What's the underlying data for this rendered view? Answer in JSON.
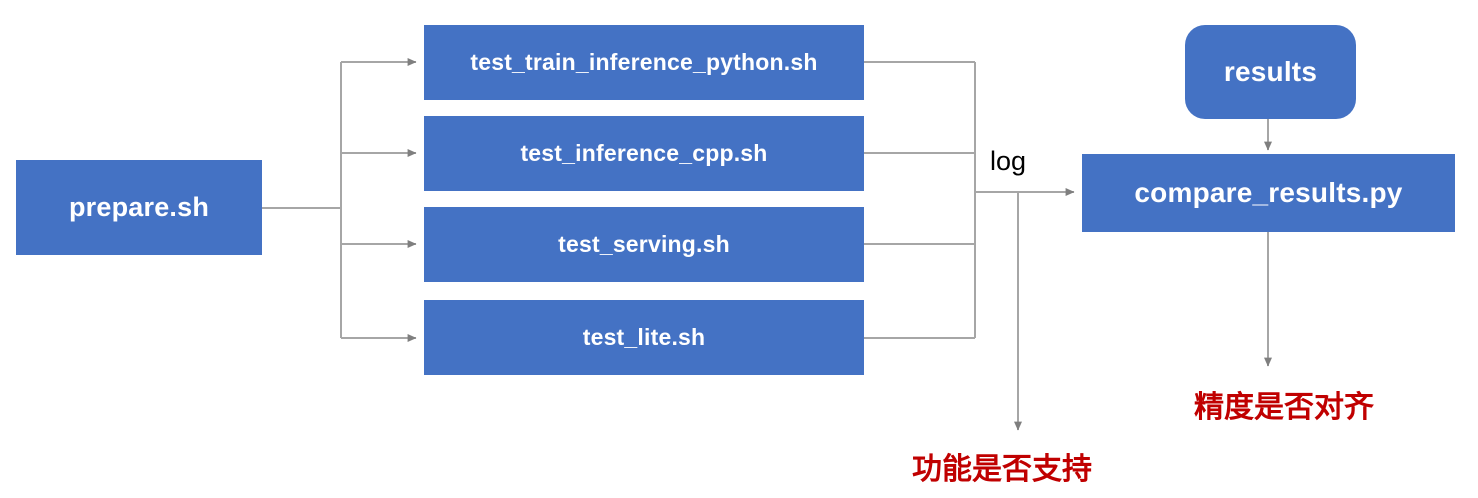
{
  "diagram": {
    "title": "PaddlePaddle TIPC test script flow",
    "colors": {
      "node_fill": "#4472C4",
      "node_text": "#FFFFFF",
      "connector": "#A6A6A6",
      "note_text": "#C00000",
      "background": "#FFFFFF"
    },
    "nodes": {
      "prepare": {
        "label": "prepare.sh"
      },
      "tests": [
        {
          "label": "test_train_inference_python.sh"
        },
        {
          "label": "test_inference_cpp.sh"
        },
        {
          "label": "test_serving.sh"
        },
        {
          "label": "test_lite.sh"
        }
      ],
      "results": {
        "label": "results"
      },
      "compare": {
        "label": "compare_results.py"
      }
    },
    "edge_labels": {
      "log": "log"
    },
    "notes": {
      "function_support": "功能是否支持",
      "precision_aligned": "精度是否对齐"
    }
  }
}
